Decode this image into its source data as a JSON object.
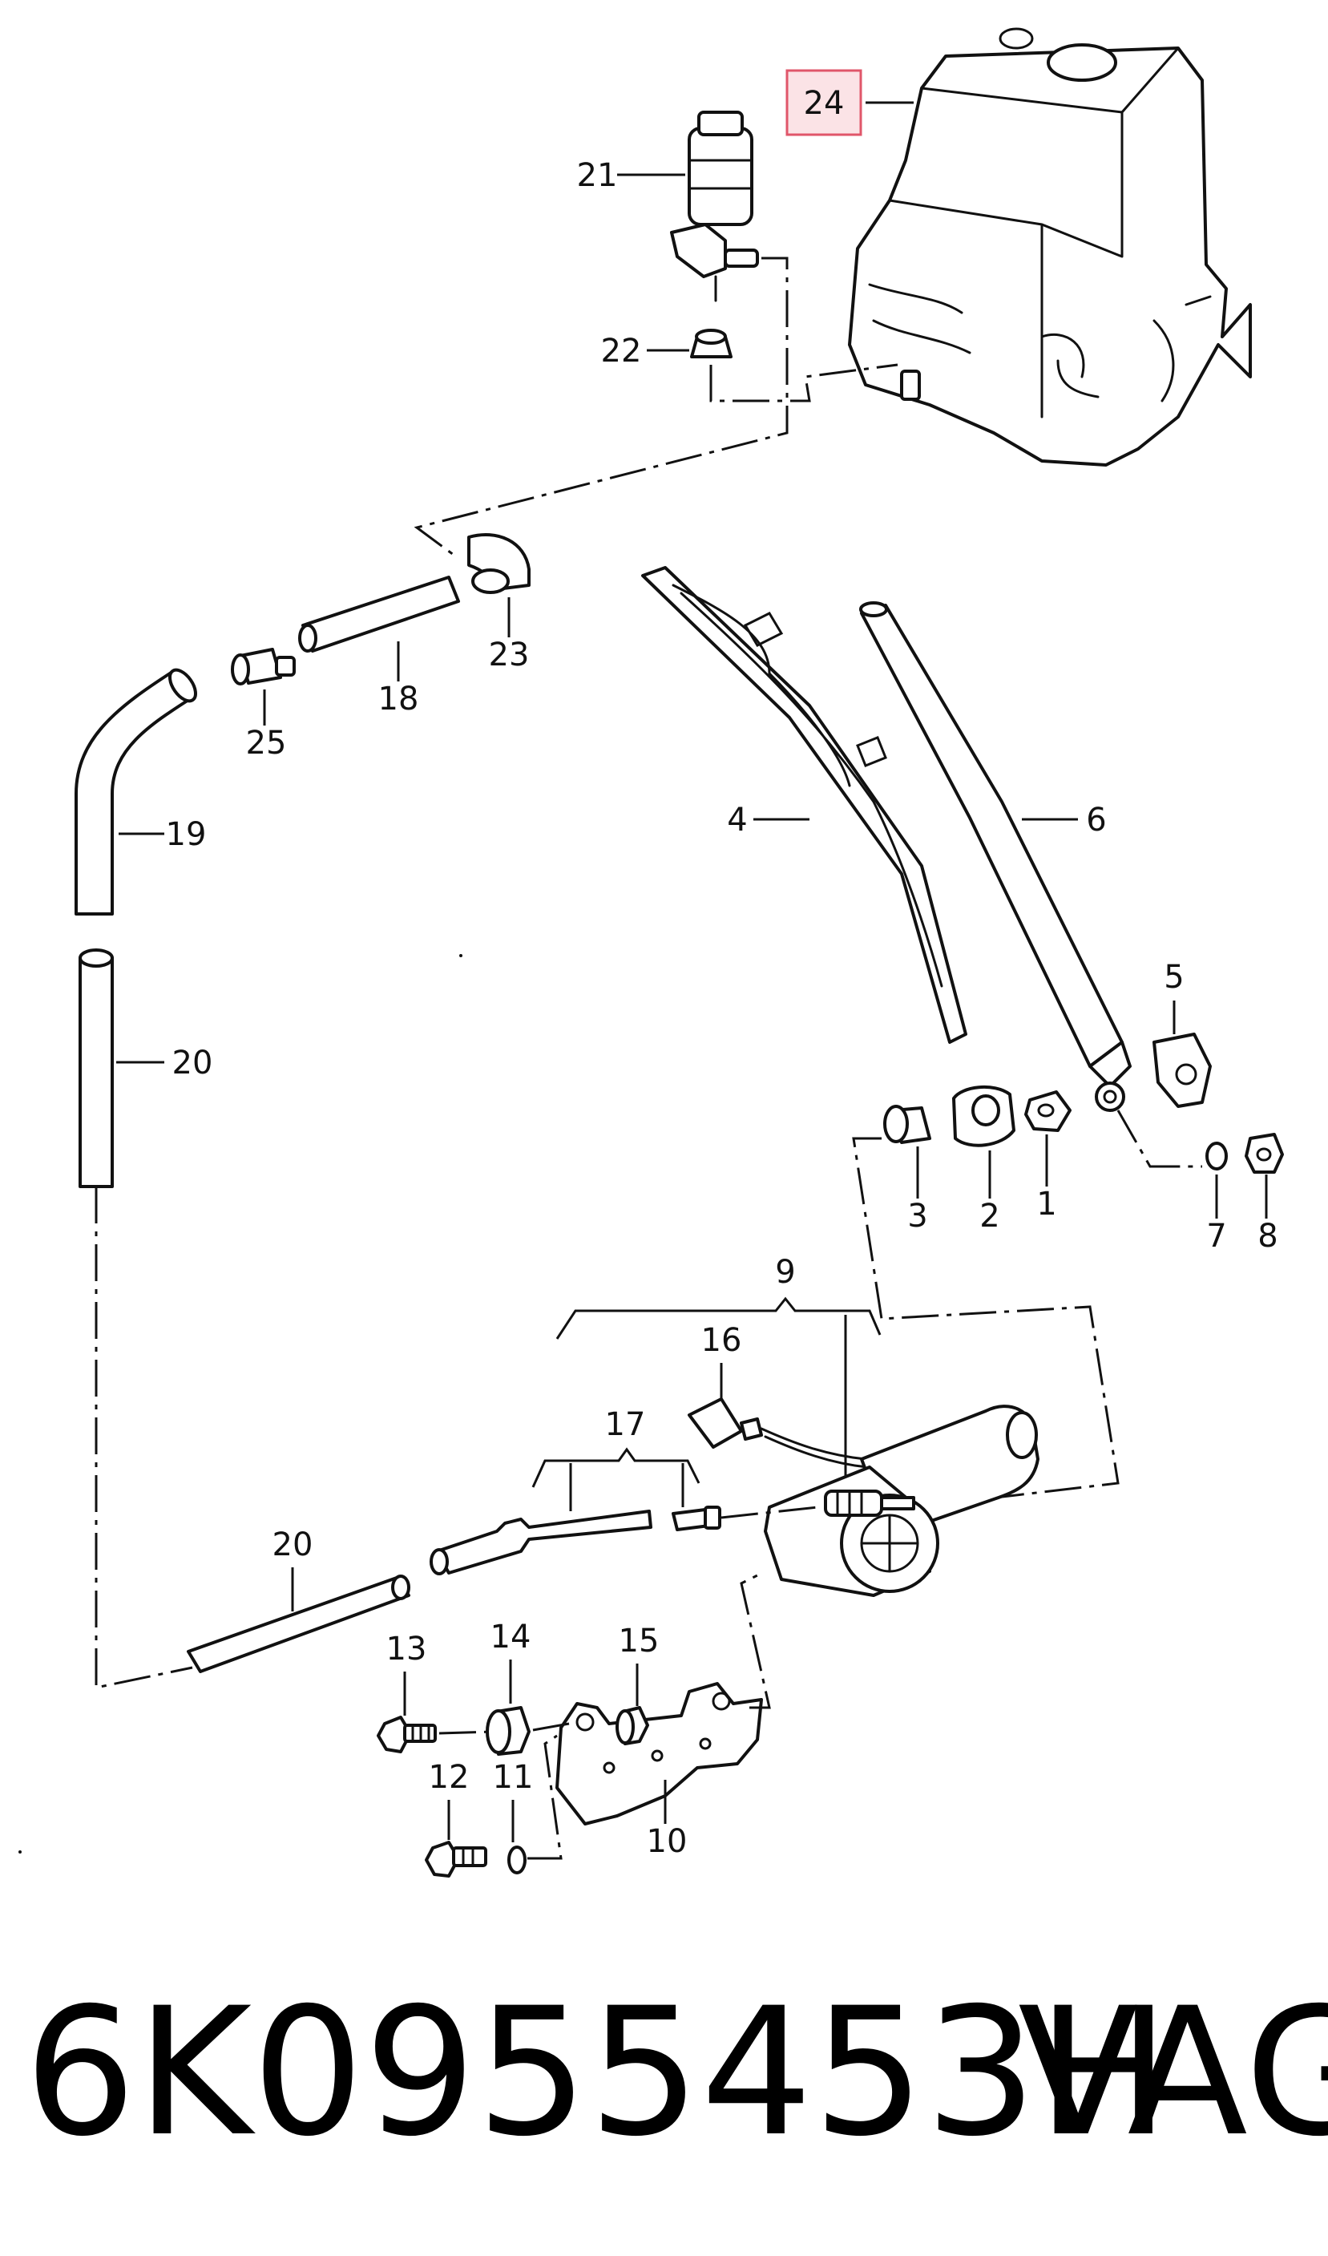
{
  "callouts": {
    "c1": "1",
    "c2": "2",
    "c3": "3",
    "c4": "4",
    "c5": "5",
    "c6": "6",
    "c7": "7",
    "c8": "8",
    "c9": "9",
    "c10": "10",
    "c11": "11",
    "c12": "12",
    "c13": "13",
    "c14": "14",
    "c15": "15",
    "c16": "16",
    "c17": "17",
    "c18": "18",
    "c19": "19",
    "c20a": "20",
    "c20b": "20",
    "c21": "21",
    "c22": "22",
    "c23": "23",
    "c24": "24",
    "c25": "25"
  },
  "highlighted_callout": "24",
  "highlight_color": "#e0566a",
  "highlight_fill": "#fbe3e6",
  "footer": {
    "part_number": "6K0955453H",
    "brand": "VAG"
  }
}
